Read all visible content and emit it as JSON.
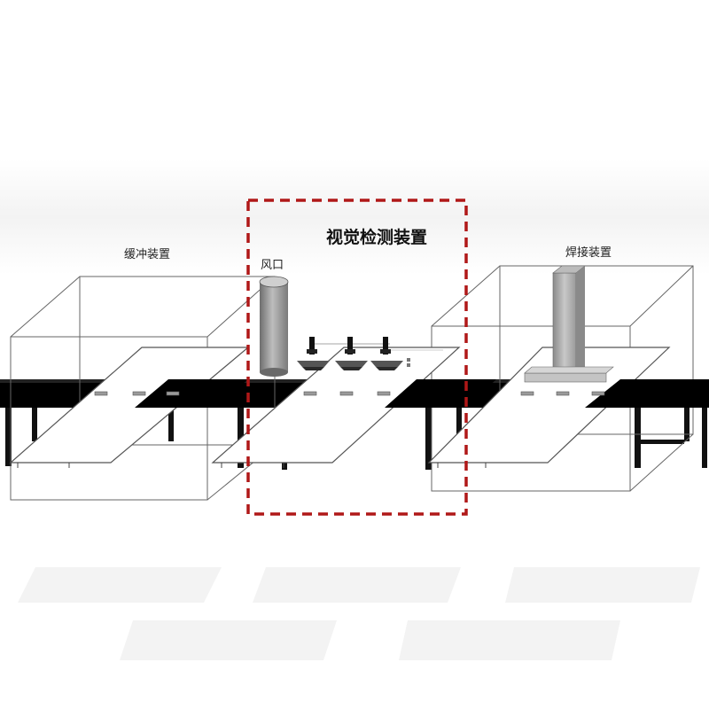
{
  "labels": {
    "buffer_device": "缓冲装置",
    "vision_inspection_device": "视觉检测装置",
    "air_outlet": "风口",
    "welding_device": "焊接装置"
  },
  "icons": {
    "camera": "camera-icon",
    "air_outlet": "air-outlet-cylinder-icon",
    "welder": "welding-gantry-icon"
  },
  "colors": {
    "highlight_frame": "#b01818",
    "conveyor_belt": "#000000",
    "outline": "#555555",
    "background": "#ffffff"
  }
}
